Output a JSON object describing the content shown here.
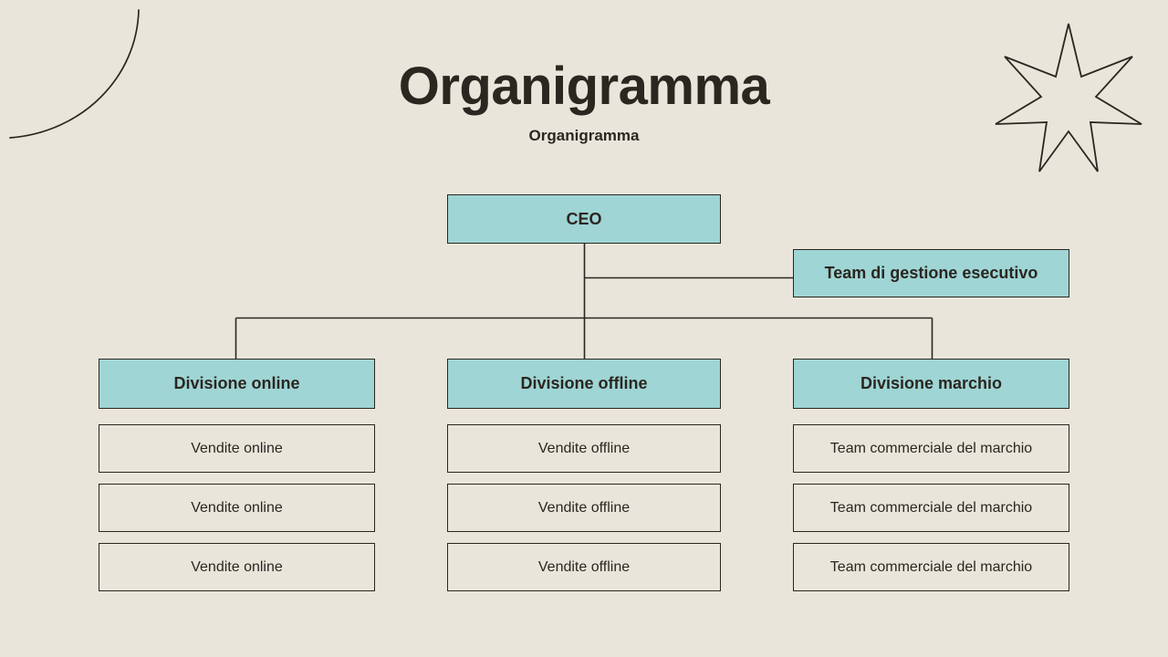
{
  "header": {
    "title": "Organigramma",
    "subtitle": "Organigramma"
  },
  "decorations": {
    "arc": "quarter-arc-decoration",
    "star": "seven-point-star-decoration"
  },
  "colors": {
    "background": "#e9e5da",
    "node_fill": "#9fd5d5",
    "leaf_fill": "#e9e5da",
    "stroke": "#2b2620",
    "text": "#2b2620"
  },
  "chart": {
    "root": "CEO",
    "staff": "Team di gestione esecutivo",
    "divisions": [
      {
        "label": "Divisione online",
        "children": [
          "Vendite online",
          "Vendite online",
          "Vendite online"
        ]
      },
      {
        "label": "Divisione offline",
        "children": [
          "Vendite offline",
          "Vendite offline",
          "Vendite offline"
        ]
      },
      {
        "label": "Divisione marchio",
        "children": [
          "Team commerciale del marchio",
          "Team commerciale del marchio",
          "Team commerciale del marchio"
        ]
      }
    ]
  }
}
